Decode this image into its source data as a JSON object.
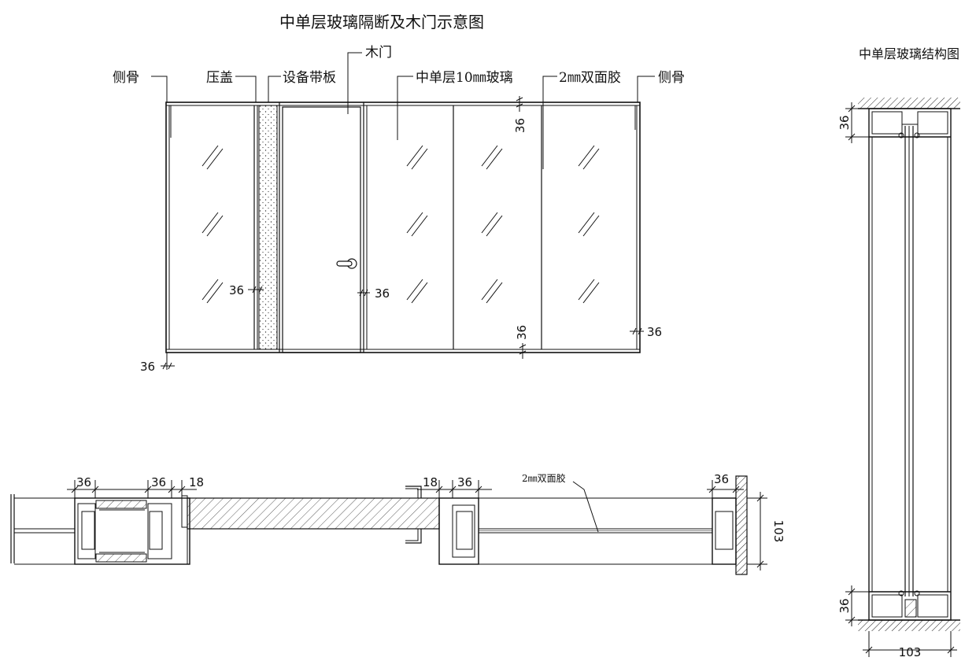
{
  "elevation": {
    "title": "中单层玻璃隔断及木门示意图",
    "labels": {
      "side_left": "侧骨",
      "cover": "压盖",
      "equipment_strip": "设备带板",
      "wood_door": "木门",
      "glass": "中单层10㎜玻璃",
      "tape": "2㎜双面胶",
      "side_right": "侧骨"
    },
    "dims": {
      "top_frame": "36",
      "cover_strip": "36",
      "door_frame": "36",
      "bottom_frame": "36",
      "right_frame": "36",
      "left_bottom": "36"
    }
  },
  "section": {
    "label_tape": "2㎜双面胶",
    "dims": {
      "a": "36",
      "b": "36",
      "c": "18",
      "d": "18",
      "e": "36",
      "f": "36",
      "depth": "103"
    }
  },
  "structure": {
    "title": "中单层玻璃结构图",
    "dims": {
      "top": "36",
      "bottom": "36",
      "width": "103"
    }
  }
}
